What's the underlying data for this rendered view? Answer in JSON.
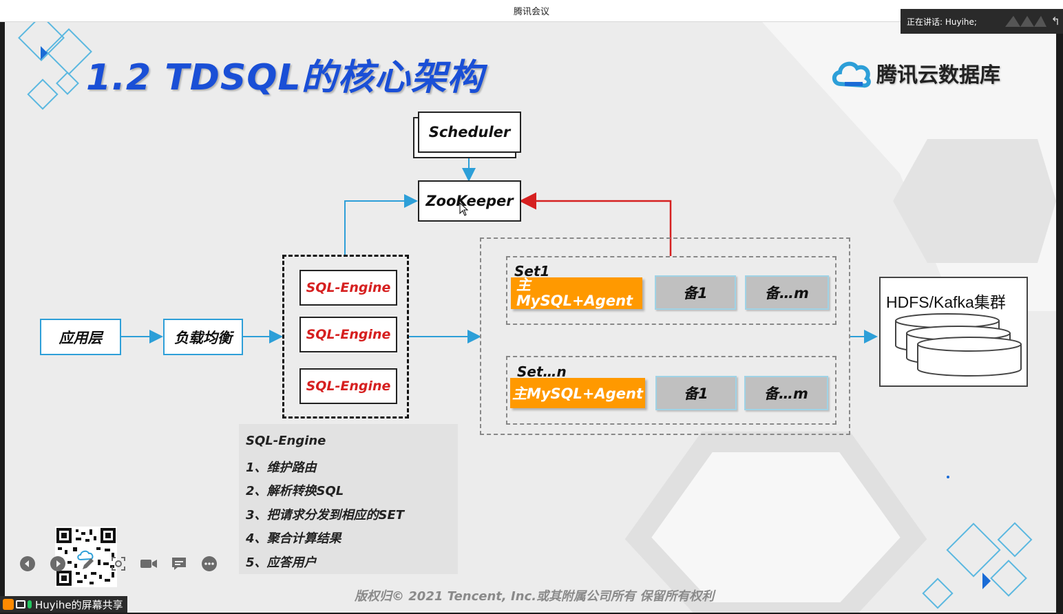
{
  "window": {
    "title": "腾讯会议"
  },
  "speaking": {
    "label": "正在讲话: Huyihe;"
  },
  "slide": {
    "title": "1.2 TDSQL的核心架构",
    "brand": "腾讯云数据库",
    "scheduler": "Scheduler",
    "zookeeper": "ZooKeeper",
    "app_layer": "应用层",
    "load_balance": "负载均衡",
    "sql_engines": [
      "SQL-Engine",
      "SQL-Engine",
      "SQL-Engine"
    ],
    "set1": {
      "label": "Set1",
      "master_line1": "主",
      "master_line2": "MySQL+Agent",
      "backup1": "备1",
      "backupm": "备…m"
    },
    "setn": {
      "label": "Set…n",
      "master": "主MySQL+Agent",
      "backup1": "备1",
      "backupm": "备…m"
    },
    "hdfs": "HDFS/Kafka集群",
    "notes": [
      "SQL-Engine",
      "1、维护路由",
      "2、解析转换SQL",
      "3、把请求分发到相应的SET",
      "4、聚合计算结果",
      "5、应答用户"
    ],
    "copyright": "版权归© 2021 Tencent, Inc.或其附属公司所有 保留所有权利"
  },
  "share": {
    "label": "Huyihe的屏幕共享"
  },
  "colors": {
    "title_blue": "#1a4fd6",
    "orange": "#ff9900",
    "arrow_blue": "#2d9fd8",
    "arrow_red": "#d62020"
  }
}
